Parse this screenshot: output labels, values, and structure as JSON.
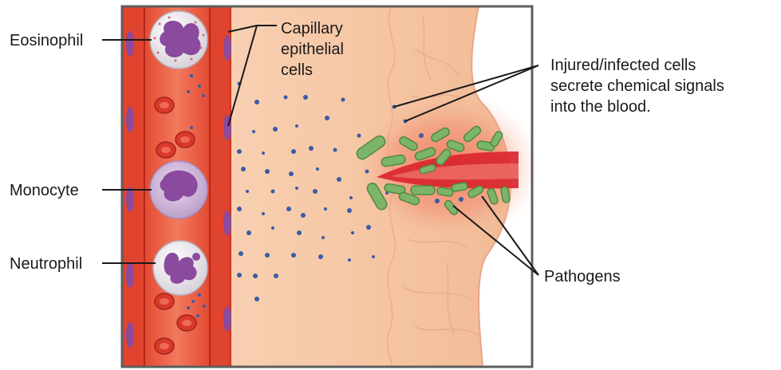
{
  "labels": {
    "eosinophil": "Eosinophil",
    "monocyte": "Monocyte",
    "neutrophil": "Neutrophil",
    "capillary": [
      "Capillary",
      "epithelial",
      "cells"
    ],
    "injured": [
      "Injured/infected cells",
      "secrete chemical signals",
      "into the blood."
    ],
    "pathogens": "Pathogens"
  },
  "colors": {
    "frame": "#5e5e5e",
    "blood_vessel": "#e85a3c",
    "tissue": "#f7c9a4",
    "signal_dot": "#3a5ba8",
    "pathogen": "#7cb56a",
    "wound": "#d9232c",
    "wbc_purple": "#8a4a9e"
  },
  "icons": [
    "eosinophil-cell",
    "monocyte-cell",
    "neutrophil-cell",
    "red-blood-cell",
    "endothelial-cell",
    "pathogen-bacterium",
    "chemical-signal-dot",
    "wound"
  ]
}
